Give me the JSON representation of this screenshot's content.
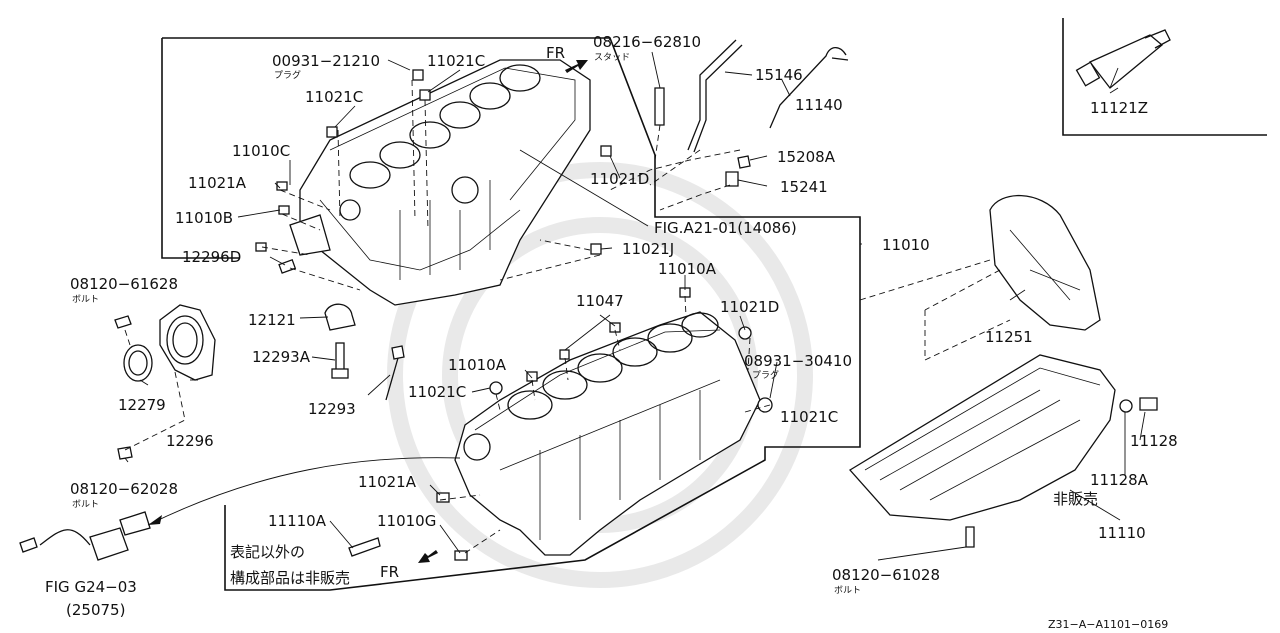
{
  "labels": {
    "p00931_21210": "00931−21210",
    "plug_1": "プラグ",
    "p11021C_a": "11021C",
    "fr_top": "FR",
    "p08216_62810": "08216−62810",
    "stud": "スタッド",
    "p15146": "15146",
    "p11140": "11140",
    "p11121Z": "11121Z",
    "p11021C_b": "11021C",
    "p11010C": "11010C",
    "p11021A_a": "11021A",
    "p15208A": "15208A",
    "p15241": "15241",
    "p11021D_a": "11021D",
    "p11010B": "11010B",
    "fig_a21": "FIG.A21-01(14086)",
    "p11010": "11010",
    "p12296D": "12296D",
    "p11021J": "11021J",
    "p08120_61628": "08120−61628",
    "bolt_1": "ボルト",
    "p11010A_a": "11010A",
    "p11047": "11047",
    "p11021D_b": "11021D",
    "p11251": "11251",
    "p12121": "12121",
    "p12293A": "12293A",
    "p11010A_b": "11010A",
    "p08931_30410": "08931−30410",
    "plug_2": "プラグ",
    "p11021C_c": "11021C",
    "p11021C_d": "11021C",
    "p12279": "12279",
    "p12293": "12293",
    "p12296": "12296",
    "p11128": "11128",
    "p11128A": "11128A",
    "not_sold": "非販売",
    "p11110": "11110",
    "p08120_62028": "08120−62028",
    "bolt_2": "ボルト",
    "p11021A_b": "11021A",
    "p11110A": "11110A",
    "p11010G": "11010G",
    "note_line1": "表記以外の",
    "note_line2": "構成部品は非販売",
    "fr_bottom": "FR",
    "p08120_61028": "08120−61028",
    "bolt_3": "ボルト",
    "fig_g24_a": "FIG G24−03",
    "fig_g24_b": "(25075)",
    "footer_code": "Z31−A−A1101−0169"
  }
}
